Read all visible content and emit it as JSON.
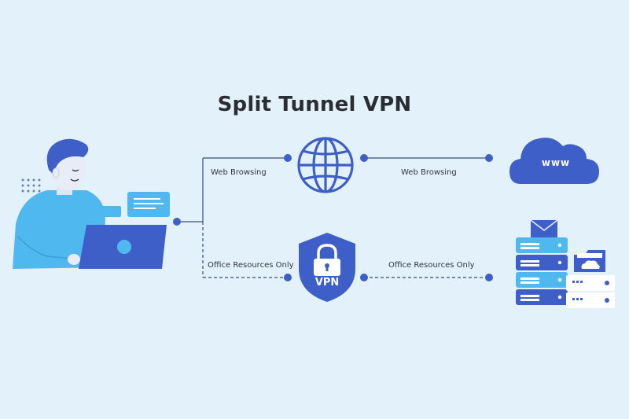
{
  "title": "Split Tunnel VPN",
  "labels": {
    "web_browsing_left": "Web Browsing",
    "web_browsing_right": "Web Browsing",
    "office_left": "Office Resources Only",
    "office_right": "Office Resources Only"
  },
  "cloud_text": "www",
  "shield_text": "VPN",
  "colors": {
    "background": "#e3f1fb",
    "primary": "#3f5fc8",
    "light_blue": "#4fb8ef",
    "line": "#3a4b7a"
  }
}
